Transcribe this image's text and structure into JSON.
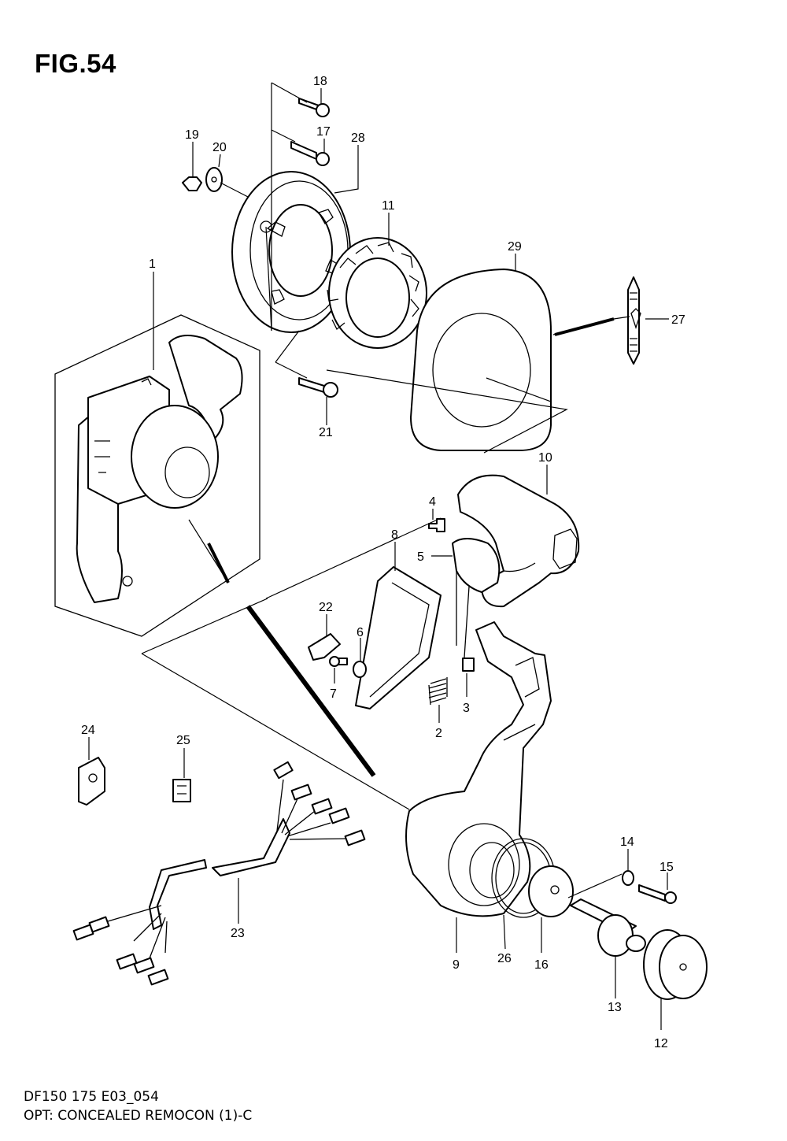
{
  "figure": {
    "title": "FIG.54",
    "footer_code": "DF150 175 E03_054",
    "footer_desc": "OPT: CONCEALED REMOCON (1)-C"
  },
  "callouts": {
    "c1": "1",
    "c2": "2",
    "c3": "3",
    "c4": "4",
    "c5": "5",
    "c6": "6",
    "c7": "7",
    "c8": "8",
    "c9": "9",
    "c10": "10",
    "c11": "11",
    "c12": "12",
    "c13": "13",
    "c14": "14",
    "c15": "15",
    "c16": "16",
    "c17": "17",
    "c18": "18",
    "c19": "19",
    "c20": "20",
    "c21": "21",
    "c22": "22",
    "c23": "23",
    "c24": "24",
    "c25": "25",
    "c26": "26",
    "c27": "27",
    "c28": "28",
    "c29": "29"
  }
}
